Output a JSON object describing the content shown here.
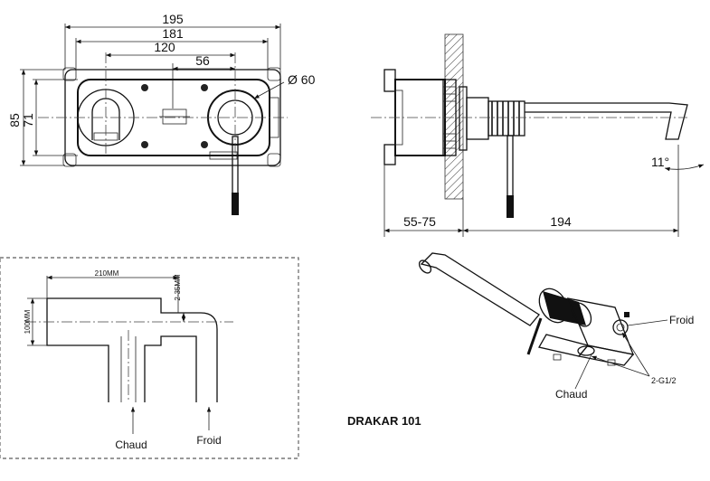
{
  "front_view": {
    "dim_overall": "195",
    "dim_plate": "181",
    "dim_centers": "120",
    "dim_half": "56",
    "dim_diameter": "Ø 60",
    "dim_height_outer": "85",
    "dim_height_inner": "71"
  },
  "side_view": {
    "dim_wall": "55-75",
    "dim_spout": "194",
    "dim_angle": "11°"
  },
  "install_view": {
    "dim_width": "210MM",
    "dim_height": "100MM",
    "dim_depth": "2-35MM",
    "label_hot": "Chaud",
    "label_cold": "Froid"
  },
  "iso_view": {
    "label_cold": "Froid",
    "label_hot": "Chaud",
    "label_thread": "2-G1/2"
  },
  "model_name": "DRAKAR 101"
}
